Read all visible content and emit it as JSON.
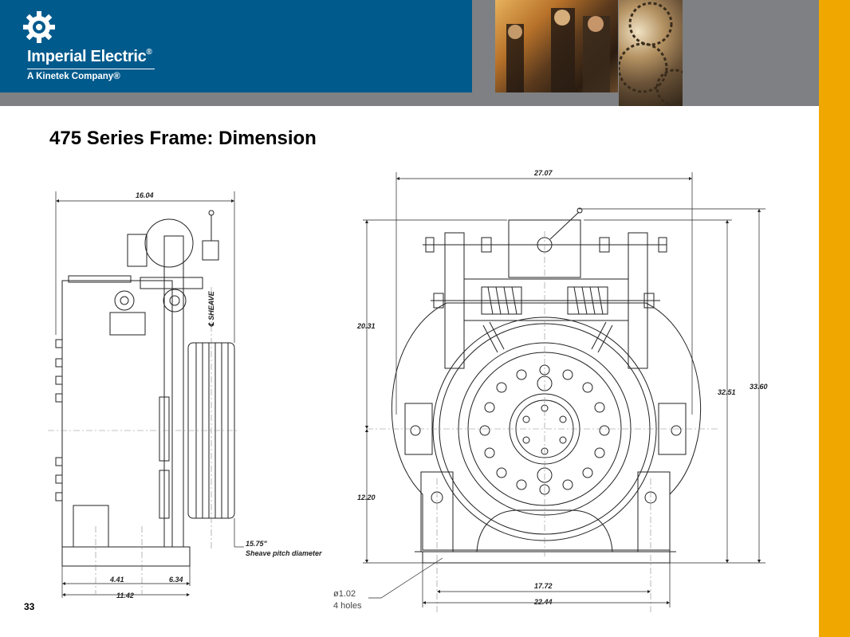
{
  "header": {
    "brand_name": "Imperial Electric",
    "brand_registered": "®",
    "tagline": "A Kinetek Company®"
  },
  "slide": {
    "title": "475 Series Frame: Dimension",
    "page_number": "33"
  },
  "side_view": {
    "overall_width": "16.04",
    "sheave_centerline": "℄ SHEAVE",
    "sheave_pitch_value": "15.75\"",
    "sheave_pitch_label": "Sheave pitch diameter",
    "base_dim_a": "4.41",
    "base_dim_b": "6.34",
    "base_overall": "11.42"
  },
  "front_view": {
    "overall_width": "27.07",
    "height_upper": "20.31",
    "height_lower": "12.20",
    "height_to_center": "32.51",
    "overall_height": "33.60",
    "base_hole_spacing": "17.72",
    "base_overall": "22.44",
    "hole_diameter": "ø1.02",
    "hole_count": "4 holes"
  },
  "colors": {
    "header_blue": "#005a8c",
    "header_gray": "#7f8083",
    "accent_gold": "#f0a800"
  }
}
